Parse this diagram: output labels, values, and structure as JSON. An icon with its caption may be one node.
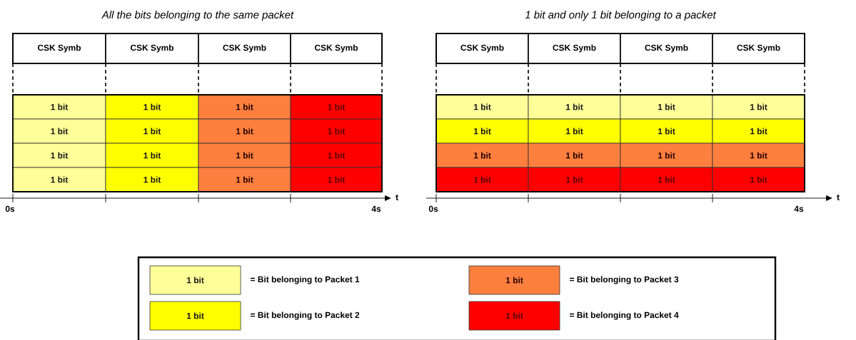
{
  "diagram": {
    "nodes": [
      {
        "text": [
          "CSK Symb"
        ]
      },
      {
        "text": [
          "CSK Symb"
        ]
      },
      {
        "text": [
          "CSK Symb"
        ]
      },
      {
        "text": [
          "CSK Symb"
        ]
      },
      {
        "text": [
          "1 bit"
        ]
      },
      {
        "text": [
          "1 bit"
        ]
      },
      {
        "text": [
          "1 bit"
        ]
      },
      {
        "text": [
          "1 bit"
        ]
      },
      {
        "text": [
          "1 bit"
        ]
      },
      {
        "text": [
          "1 bit"
        ]
      },
      {
        "text": [
          "1 bit"
        ]
      },
      {
        "text": [
          "1 bit"
        ]
      },
      {
        "text": [
          "1 bit"
        ]
      },
      {
        "text": [
          "1 bit"
        ]
      },
      {
        "text": [
          "1 bit"
        ]
      },
      {
        "text": [
          "1 bit"
        ]
      },
      {
        "text": [
          "1 bit"
        ]
      },
      {
        "text": [
          "1 bit"
        ]
      },
      {
        "text": [
          "1 bit"
        ]
      },
      {
        "text": [
          "1 bit"
        ]
      },
      {
        "text": [
          "CSK Symb"
        ]
      },
      {
        "text": [
          "CSK Symb"
        ]
      },
      {
        "text": [
          "CSK Symb"
        ]
      },
      {
        "text": [
          "CSK Symb"
        ]
      },
      {
        "text": [
          "1 bit"
        ]
      },
      {
        "text": [
          "1 bit"
        ]
      },
      {
        "text": [
          "1 bit"
        ]
      },
      {
        "text": [
          "1 bit"
        ]
      },
      {
        "text": [
          "1 bit"
        ]
      },
      {
        "text": [
          "1 bit"
        ]
      },
      {
        "text": [
          "1 bit"
        ]
      },
      {
        "text": [
          "1 bit"
        ]
      },
      {
        "text": [
          "1 bit"
        ]
      },
      {
        "text": [
          "1 bit"
        ]
      },
      {
        "text": [
          "1 bit"
        ]
      },
      {
        "text": [
          "1 bit"
        ]
      },
      {
        "text": [
          "1 bit"
        ]
      },
      {
        "text": [
          "1 bit"
        ]
      },
      {
        "text": [
          "1 bit"
        ]
      },
      {
        "text": [
          "1 bit"
        ]
      }
    ],
    "labels": [
      "All the bits belonging to the same packet",
      "1 bit and only 1 bit belonging to a packet",
      "0s",
      "4s",
      "t",
      "0s",
      "4s",
      "t",
      "1 bit",
      "1 bit",
      "1 bit",
      "1 bit"
    ],
    "legend": [
      {
        "text": "= Bit belonging to Packet 1",
        "color": "#ffff99"
      },
      {
        "text": "= Bit belonging to Packet 2",
        "color": "#ffff00"
      },
      {
        "text": "= Bit belonging to Packet 3",
        "color": "#ff7f3f"
      },
      {
        "text": "= Bit belonging to Packet 4",
        "color": "#ff0000"
      }
    ]
  }
}
